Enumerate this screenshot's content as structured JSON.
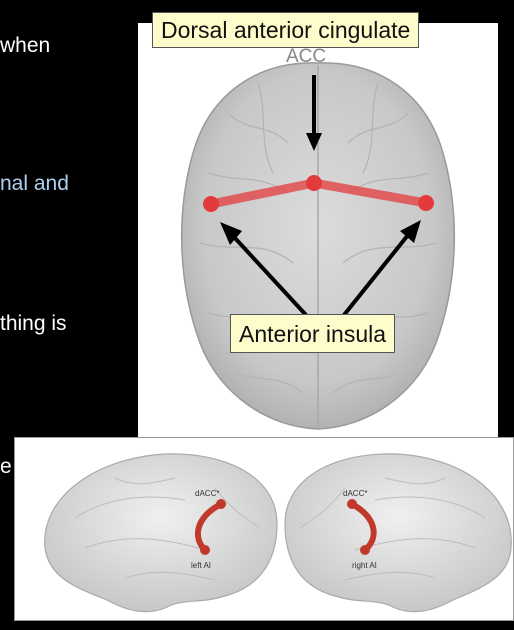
{
  "slide_text": {
    "line1": "when",
    "line2": "nal and",
    "line3": "thing is",
    "line4": "e"
  },
  "top_diagram": {
    "callout_top": "Dorsal anterior cingulate",
    "hidden_label": "ACC",
    "callout_bottom": "Anterior insula",
    "network_color": "#e33b3b",
    "callout_fill": "#fffccc"
  },
  "bottom_diagram": {
    "left_hemisphere": {
      "top_label": "dACC*",
      "bottom_label": "left AI"
    },
    "right_hemisphere": {
      "top_label": "dACC*",
      "bottom_label": "right AI"
    },
    "tract_color": "#c0392b"
  }
}
